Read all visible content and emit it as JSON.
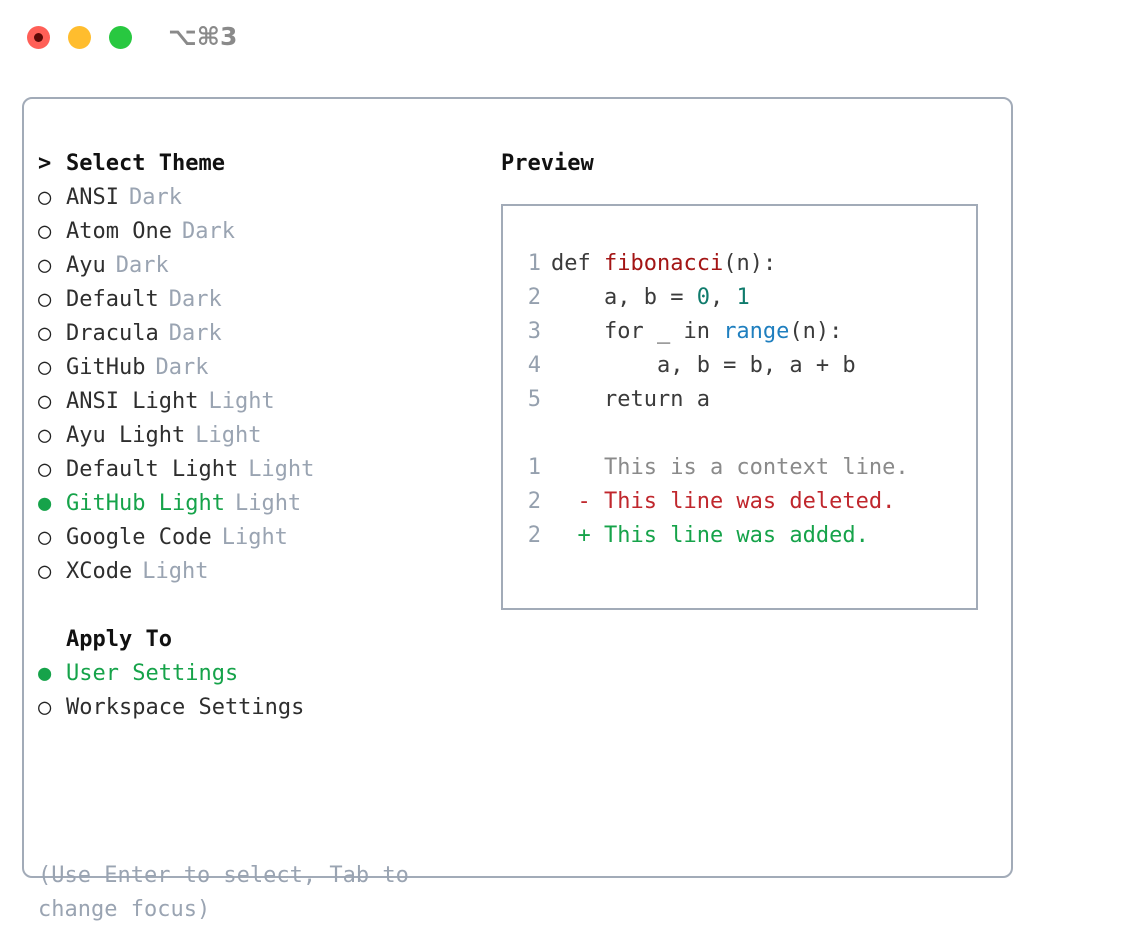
{
  "titlebar": {
    "shortcut": "⌥⌘3",
    "buttons": [
      {
        "name": "close",
        "color": "#ff5f57"
      },
      {
        "name": "minimize",
        "color": "#ffbd2e"
      },
      {
        "name": "zoom",
        "color": "#28c840"
      }
    ]
  },
  "colors": {
    "selected": "#16a34a",
    "muted": "#9aa4b2",
    "border": "#a2abb8",
    "added": "#16a34a",
    "deleted": "#c0272d",
    "context": "#8a8a8a"
  },
  "theme_list": {
    "header": {
      "marker": ">",
      "label": "Select Theme"
    },
    "items": [
      {
        "marker": "○",
        "label": "ANSI",
        "variant": "Dark",
        "selected": false
      },
      {
        "marker": "○",
        "label": "Atom One",
        "variant": "Dark",
        "selected": false
      },
      {
        "marker": "○",
        "label": "Ayu",
        "variant": "Dark",
        "selected": false
      },
      {
        "marker": "○",
        "label": "Default",
        "variant": "Dark",
        "selected": false
      },
      {
        "marker": "○",
        "label": "Dracula",
        "variant": "Dark",
        "selected": false
      },
      {
        "marker": "○",
        "label": "GitHub",
        "variant": "Dark",
        "selected": false
      },
      {
        "marker": "○",
        "label": "ANSI Light",
        "variant": "Light",
        "selected": false
      },
      {
        "marker": "○",
        "label": "Ayu Light",
        "variant": "Light",
        "selected": false
      },
      {
        "marker": "○",
        "label": "Default Light",
        "variant": "Light",
        "selected": false
      },
      {
        "marker": "●",
        "label": "GitHub Light",
        "variant": "Light",
        "selected": true
      },
      {
        "marker": "○",
        "label": "Google Code",
        "variant": "Light",
        "selected": false
      },
      {
        "marker": "○",
        "label": "XCode",
        "variant": "Light",
        "selected": false
      }
    ]
  },
  "apply_to": {
    "header": "Apply To",
    "items": [
      {
        "marker": "●",
        "label": "User Settings",
        "selected": true
      },
      {
        "marker": "○",
        "label": "Workspace Settings",
        "selected": false
      }
    ]
  },
  "hint": "(Use Enter to select, Tab to change focus)",
  "preview": {
    "title": "Preview",
    "code_lines": [
      {
        "number": "1",
        "tokens": [
          {
            "text": "def ",
            "kind": "plain"
          },
          {
            "text": "fibonacci",
            "kind": "fn"
          },
          {
            "text": "(n):",
            "kind": "plain"
          }
        ]
      },
      {
        "number": "2",
        "tokens": [
          {
            "text": "    a, b = ",
            "kind": "plain"
          },
          {
            "text": "0",
            "kind": "num"
          },
          {
            "text": ", ",
            "kind": "plain"
          },
          {
            "text": "1",
            "kind": "num"
          }
        ]
      },
      {
        "number": "3",
        "tokens": [
          {
            "text": "    for _ in ",
            "kind": "plain"
          },
          {
            "text": "range",
            "kind": "builtin"
          },
          {
            "text": "(n):",
            "kind": "plain"
          }
        ]
      },
      {
        "number": "4",
        "tokens": [
          {
            "text": "        a, b = b, a + b",
            "kind": "plain"
          }
        ]
      },
      {
        "number": "5",
        "tokens": [
          {
            "text": "    return a",
            "kind": "plain"
          }
        ]
      }
    ],
    "diff_lines": [
      {
        "number": "1",
        "sign": " ",
        "text": "This is a context line.",
        "kind": "context"
      },
      {
        "number": "2",
        "sign": "-",
        "text": "This line was deleted.",
        "kind": "deleted"
      },
      {
        "number": "2",
        "sign": "+",
        "text": "This line was added.",
        "kind": "added"
      }
    ]
  }
}
